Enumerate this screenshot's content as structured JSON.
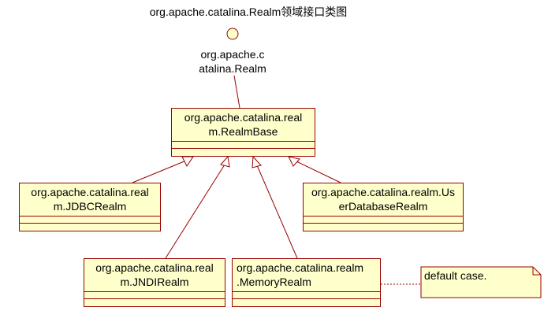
{
  "title": "org.apache.catalina.Realm领域接口类图",
  "interface": {
    "label_line1": "org.apache.c",
    "label_line2": "atalina.Realm"
  },
  "classes": {
    "realm_base": {
      "line1": "org.apache.catalina.real",
      "line2": "m.RealmBase"
    },
    "jdbc_realm": {
      "line1": "org.apache.catalina.real",
      "line2": "m.JDBCRealm"
    },
    "user_db_realm": {
      "line1": "org.apache.catalina.realm.Us",
      "line2": "erDatabaseRealm"
    },
    "jndi_realm": {
      "line1": "org.apache.catalina.real",
      "line2": "m.JNDIRealm"
    },
    "memory_realm": {
      "line1": "org.apache.catalina.realm",
      "line2": ".MemoryRealm"
    }
  },
  "note": {
    "text": "default case."
  },
  "colors": {
    "class_fill": "#ffffcc",
    "class_border": "#990000",
    "edge": "#990000",
    "interface_fill": "#ffffcc"
  }
}
